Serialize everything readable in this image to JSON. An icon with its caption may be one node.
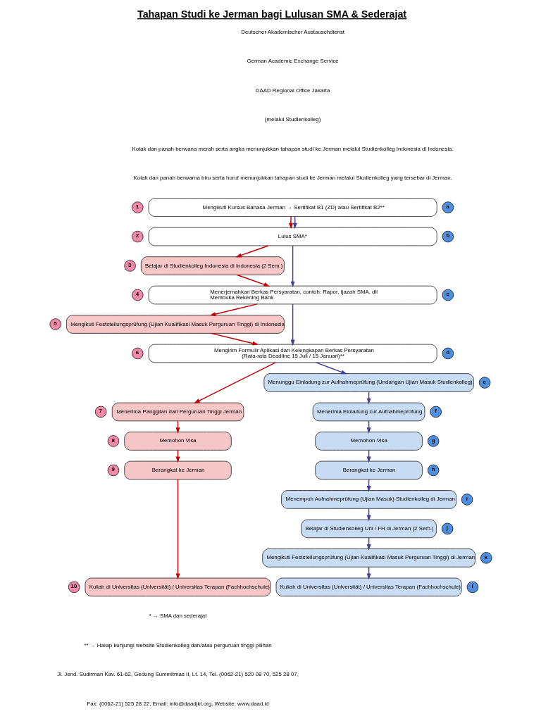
{
  "diagram": {
    "title": "Tahapan Studi ke Jerman bagi Lulusan SMA & Sederajat",
    "nodes": [
      {
        "text": [
          "Mengikuti Kursus Bahasa Jerman → Sertifikat B1 (ZD) atau Sertifikat B2**"
        ],
        "beside": [
          "1",
          "a"
        ]
      },
      {
        "text": [
          "Lulus SMA*"
        ],
        "beside": [
          "2",
          "b"
        ]
      },
      {
        "text": [
          "Belajar di Studienkolleg Indonesia di Indonesia (2 Sem.)"
        ],
        "beside": [
          "3"
        ]
      },
      {
        "text": [
          "Menerjemahkan Berkas Persyaratan, contoh: Rapor, Ijazah SMA, dll",
          "Membuka Rekening Bank"
        ],
        "beside": [
          "4",
          "c"
        ]
      },
      {
        "text": [
          "Mengikuti Feststellungsprüfung (Ujian Kualifikasi Masuk Perguruan Tinggi) di Indonesia"
        ],
        "beside": [
          "5"
        ]
      },
      {
        "text": [
          "Mengirim Formulir Aplikasi dan Kelengkapan Berkas Persyaratan",
          "(Rata-rata Deadline 15 Juli / 15 Januari)**"
        ],
        "beside": [
          "6",
          "d"
        ]
      },
      {
        "text": [
          "Menunggu Einladung zur Aufnahmeprüfung (Undangan Ujian Masuk Studienkolleg)"
        ],
        "beside": [
          "e"
        ]
      },
      {
        "text": [
          "Menerima Panggilan dari Perguruan Tinggi Jerman"
        ],
        "beside": [
          "7"
        ]
      },
      {
        "text": [
          "Menerima Einladung zur Aufnahmeprüfung"
        ],
        "beside": [
          "f"
        ]
      },
      {
        "text": [
          "Memohon Visa"
        ],
        "beside": [
          "8"
        ]
      },
      {
        "text": [
          "Memohon Visa"
        ],
        "beside": [
          "g"
        ]
      },
      {
        "text": [
          "Berangkat ke Jerman"
        ],
        "beside": [
          "9"
        ]
      },
      {
        "text": [
          "Berangkat ke Jerman"
        ],
        "beside": [
          "h"
        ]
      },
      {
        "text": [
          "Menempuh Aufnahmeprüfung (Ujian Masuk) Studienkolleg di Jerman"
        ],
        "beside": [
          "i"
        ]
      },
      {
        "text": [
          "Belajar di Studienkolleg Uni / FH di Jerman (2 Sem.)"
        ],
        "beside": [
          "j"
        ]
      },
      {
        "text": [
          "Mengikuti Feststellungsprüfung (Ujian Kualifikasi Masuk Perguruan Tinggi) di Jerman"
        ],
        "beside": [
          "k"
        ]
      },
      {
        "text": [
          "Kuliah di Universitas (Universität) / Universitas Terapan (Fachhochschule)"
        ],
        "beside": [
          "10"
        ]
      },
      {
        "text": [
          "Kuliah di Universitas (Universität) / Universitas Terapan (Fachhochschule)"
        ],
        "beside": [
          "l"
        ]
      }
    ],
    "edges": [
      {
        "from": 0,
        "to": 1,
        "arrow": "to",
        "color": "#c00000"
      },
      {
        "from": 0,
        "to": 1,
        "arrow": "to",
        "color": "#3f3f9f"
      },
      {
        "from": 1,
        "to": 2,
        "arrow": "to",
        "color": "#c00000"
      },
      {
        "from": 1,
        "to": 3,
        "arrow": "to",
        "color": "#3f3f9f"
      },
      {
        "from": 2,
        "to": 3,
        "arrow": "to",
        "color": "#c00000"
      },
      {
        "from": 3,
        "to": 4,
        "arrow": "to",
        "color": "#c00000"
      },
      {
        "from": 3,
        "to": 5,
        "arrow": "to",
        "color": "#3f3f9f"
      },
      {
        "from": 4,
        "to": 5,
        "arrow": "to",
        "color": "#c00000"
      },
      {
        "from": 5,
        "to": 7,
        "arrow": "to",
        "color": "#c00000"
      },
      {
        "from": 5,
        "to": 6,
        "arrow": "to",
        "color": "#3f3f9f"
      },
      {
        "from": 6,
        "to": 8,
        "arrow": "to",
        "color": "#3f3f9f"
      },
      {
        "from": 7,
        "to": 9,
        "arrow": "to",
        "color": "#c00000"
      },
      {
        "from": 8,
        "to": 10,
        "arrow": "to",
        "color": "#3f3f9f"
      },
      {
        "from": 9,
        "to": 11,
        "arrow": "to",
        "color": "#c00000"
      },
      {
        "from": 10,
        "to": 12,
        "arrow": "to",
        "color": "#3f3f9f"
      },
      {
        "from": 12,
        "to": 13,
        "arrow": "to",
        "color": "#3f3f9f"
      },
      {
        "from": 13,
        "to": 14,
        "arrow": "to",
        "color": "#3f3f9f"
      },
      {
        "from": 14,
        "to": 15,
        "arrow": "to",
        "color": "#3f3f9f"
      },
      {
        "from": 11,
        "to": 16,
        "arrow": "to",
        "color": "#c00000"
      },
      {
        "from": 15,
        "to": 17,
        "arrow": "to",
        "color": "#3f3f9f"
      }
    ],
    "labels": [
      "Deutscher Akademischer Austauschdienst",
      "German Academic Exchange Service",
      "DAAD Regional Office Jakarta",
      "(melalui Studienkolleg)",
      "Kotak dan panah berwana merah serta angka menunjukkan tahapan studi ke Jerman melalui Studienkolleg Indonesia di Indonesia.",
      "Kotak dan panah berwarna biru serta huruf menunjukkan tahapan studi ke Jerman melalui Studienkolleg yang tersebar di Jerman.",
      "* → SMA dan sederajat",
      "** → Harap kunjungi website Studienkolleg dan/atau perguruan tinggi pilihan",
      "Jl. Jend. Sudirman Kav. 61-62, Gedung Summitmas II, Lt. 14, Tel. (0062-21) 520 08 70, 525 28 07,",
      "Fax: (0062-21) 525 28 22, Email: info@daadjkt.org, Website: www.daad.id"
    ]
  }
}
